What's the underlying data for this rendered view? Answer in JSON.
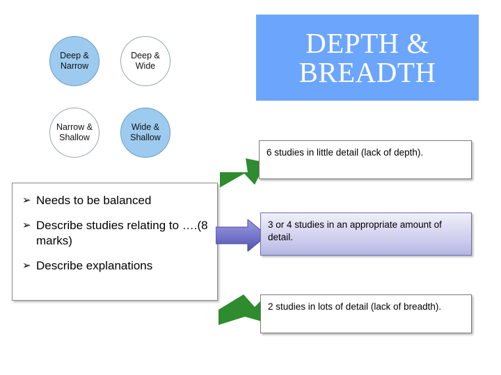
{
  "title": {
    "text": "Depth & Breadth",
    "background_color": "#6CA6FC",
    "text_color": "#FFFFFF"
  },
  "circles": {
    "fill_color": "#9DCBEF",
    "items": [
      {
        "id": "deep-narrow",
        "label": "Deep & Narrow",
        "filled": true
      },
      {
        "id": "deep-wide",
        "label": "Deep & Wide",
        "filled": false
      },
      {
        "id": "narrow-shallow",
        "label": "Narrow & Shallow",
        "filled": false
      },
      {
        "id": "wide-shallow",
        "label": "Wide & Shallow",
        "filled": true
      }
    ]
  },
  "bullets": {
    "marker": "➢",
    "items": [
      {
        "text": "Needs to be balanced"
      },
      {
        "text": "Describe studies relating to ….(8 marks)"
      },
      {
        "text": "Describe explanations"
      }
    ]
  },
  "callouts": [
    {
      "id": "top",
      "text": "6 studies in little detail (lack of depth).",
      "arrow": "green-arrow-up-right",
      "arrow_color": "#2E8B2E",
      "box_color": "#FFFFFF"
    },
    {
      "id": "middle",
      "text": "3 or 4 studies in an appropriate amount  of detail.",
      "arrow": "purple-arrow-right",
      "arrow_color": "#6B6BC8",
      "box_color": "#C9C9EC"
    },
    {
      "id": "bottom",
      "text": "2 studies in lots of detail (lack of breadth).",
      "arrow": "green-arrow-down-right",
      "arrow_color": "#2E8B2E",
      "box_color": "#FFFFFF"
    }
  ]
}
